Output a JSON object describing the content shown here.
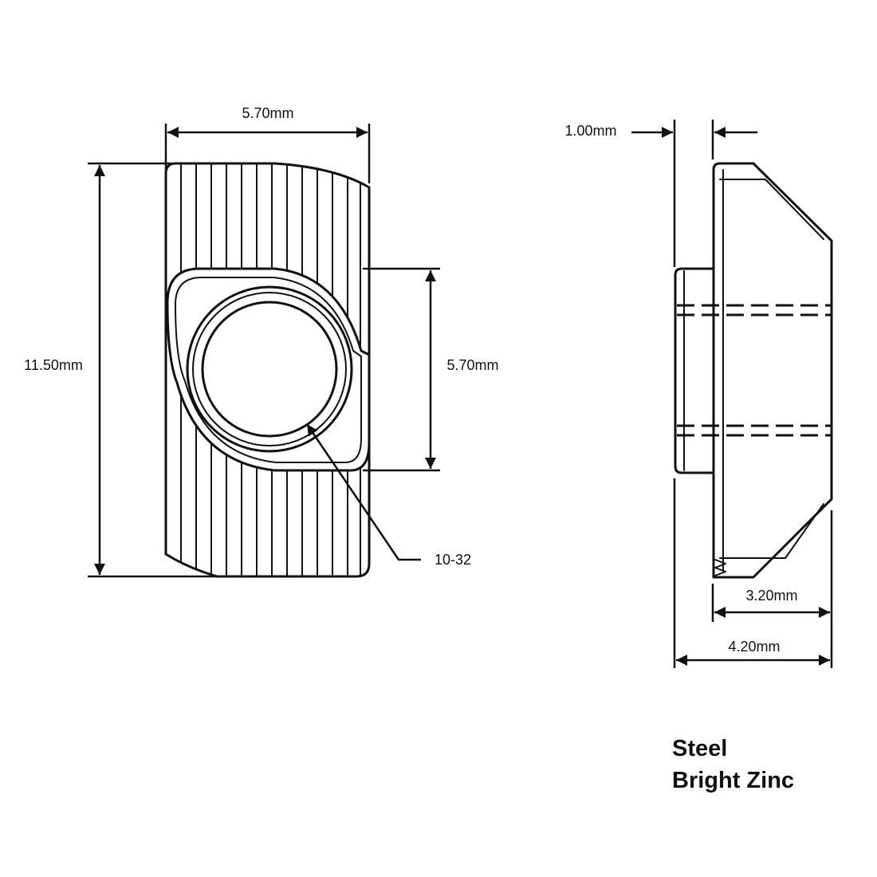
{
  "dimensions": {
    "front_width": "5.70mm",
    "front_height": "11.50mm",
    "bore_span": "5.70mm",
    "thread": "10-32",
    "flange_thickness": "1.00mm",
    "body_depth": "3.20mm",
    "overall_depth": "4.20mm"
  },
  "material": {
    "line1": "Steel",
    "line2": "Bright Zinc"
  },
  "colors": {
    "ink": "#111111",
    "background": "#ffffff"
  }
}
